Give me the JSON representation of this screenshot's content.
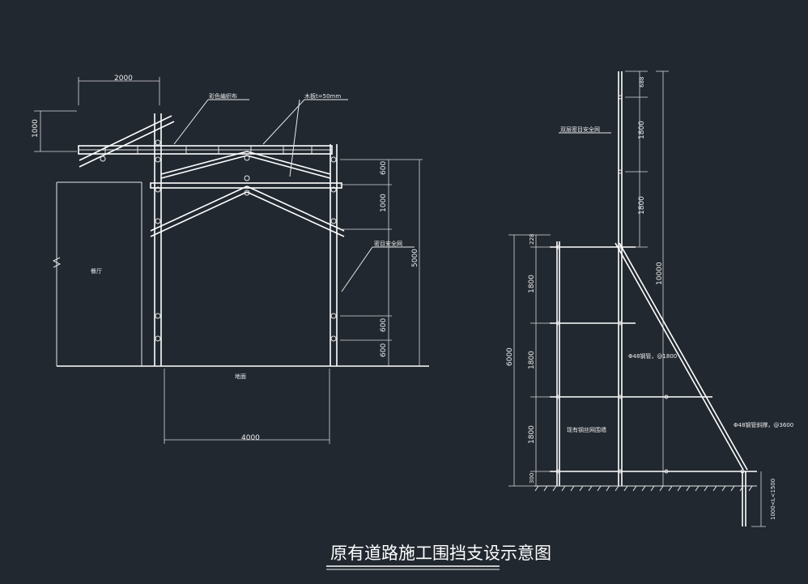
{
  "colors": {
    "background": "#212830",
    "line": "#e8e8e8"
  },
  "left_view": {
    "dim_top_width": "2000",
    "dim_left_height": "1000",
    "label_canopy": "彩色编织布",
    "label_board": "木板t=50mm",
    "label_net": "密目安全网",
    "dim_600_a": "600",
    "dim_1000": "1000",
    "dim_5000": "5000",
    "dim_600_b": "600",
    "dim_600_c": "600",
    "label_hall": "餐厅",
    "label_ground": "地面",
    "dim_bottom_width": "4000"
  },
  "right_view": {
    "dim_top_688": "688",
    "dim_1800_top1": "1800",
    "dim_1800_top2": "1800",
    "label_double_net": "双层密目安全网",
    "dim_10000": "10000",
    "dim_228": "228",
    "dim_1800_1": "1800",
    "dim_1800_2": "1800",
    "dim_1800_3": "1800",
    "dim_300": "300",
    "dim_6000": "6000",
    "label_steel_pipe": "Φ48钢管，@1800",
    "label_brace": "Φ48钢管斜撑，@3600",
    "label_wall": "现有钢丝网围墙",
    "dim_anchor": "1000<L<1500"
  },
  "title": "原有道路施工围挡支设示意图"
}
